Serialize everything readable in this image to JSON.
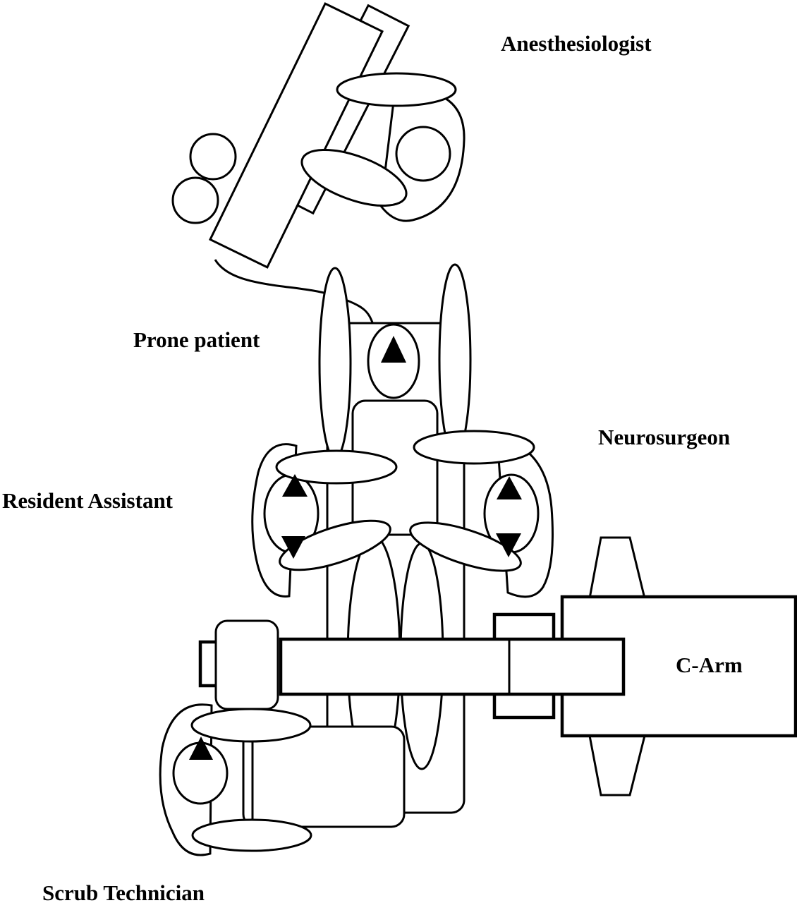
{
  "diagram": {
    "labels": {
      "anesthesiologist": "Anesthesiologist",
      "prone_patient": "Prone patient",
      "neurosurgeon": "Neurosurgeon",
      "resident_assistant": "Resident Assistant",
      "c_arm": "C-Arm",
      "scrub_technician": "Scrub Technician"
    },
    "colors": {
      "stroke": "#000000",
      "fill": "#ffffff",
      "marker": "#000000"
    }
  }
}
